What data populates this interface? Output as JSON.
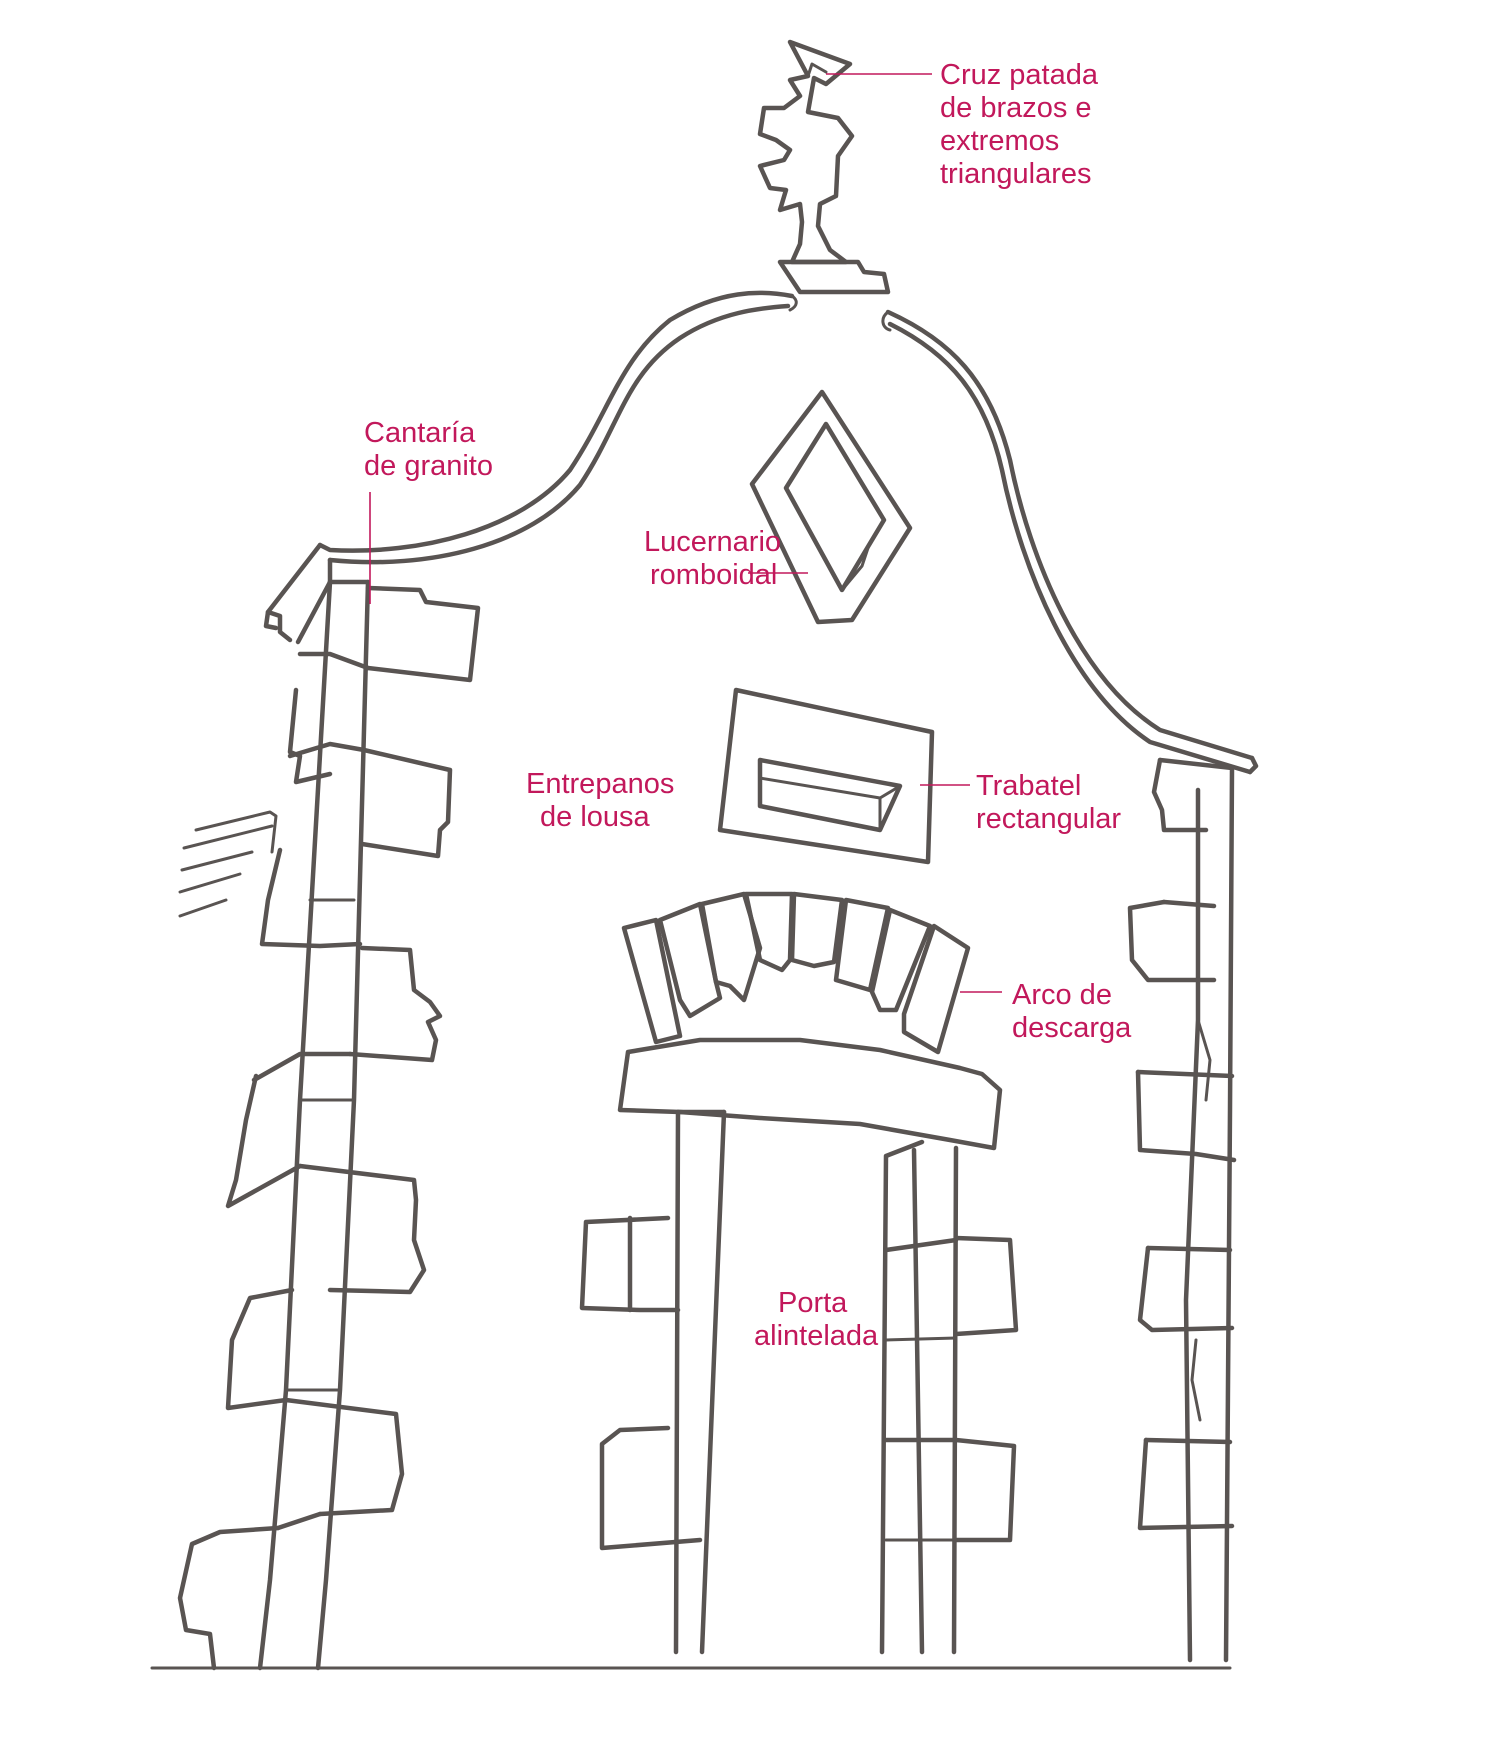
{
  "colors": {
    "ink": "#595452",
    "accent": "#c2185b",
    "background": "#ffffff"
  },
  "annotations": {
    "cross": [
      "Cruz patada",
      "de brazos e",
      "extremos",
      "triangulares"
    ],
    "masonry": [
      "Cantaría",
      "de granito"
    ],
    "skylight": [
      "Lucernario",
      "romboidal"
    ],
    "panels": [
      "Entrepanos",
      "de lousa"
    ],
    "transom": [
      "Trabatel",
      "rectangular"
    ],
    "arch": [
      "Arco de",
      "descarga"
    ],
    "door": [
      "Porta",
      "alintelada"
    ]
  }
}
